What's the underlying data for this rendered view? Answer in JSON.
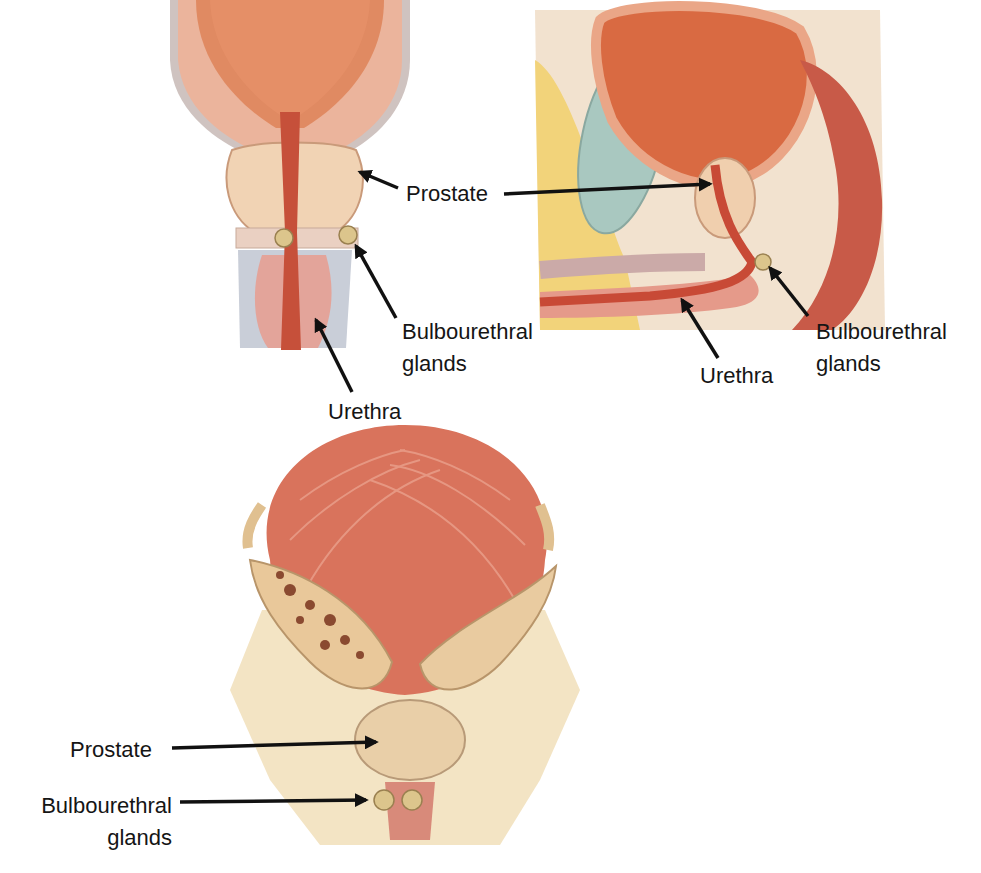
{
  "diagram": {
    "labels": [
      "Prostate",
      "Bulbourethral glands",
      "Bulbourethral glands",
      "Urethra",
      "Urethra",
      "Prostate",
      "Bulbourethral glands"
    ]
  }
}
